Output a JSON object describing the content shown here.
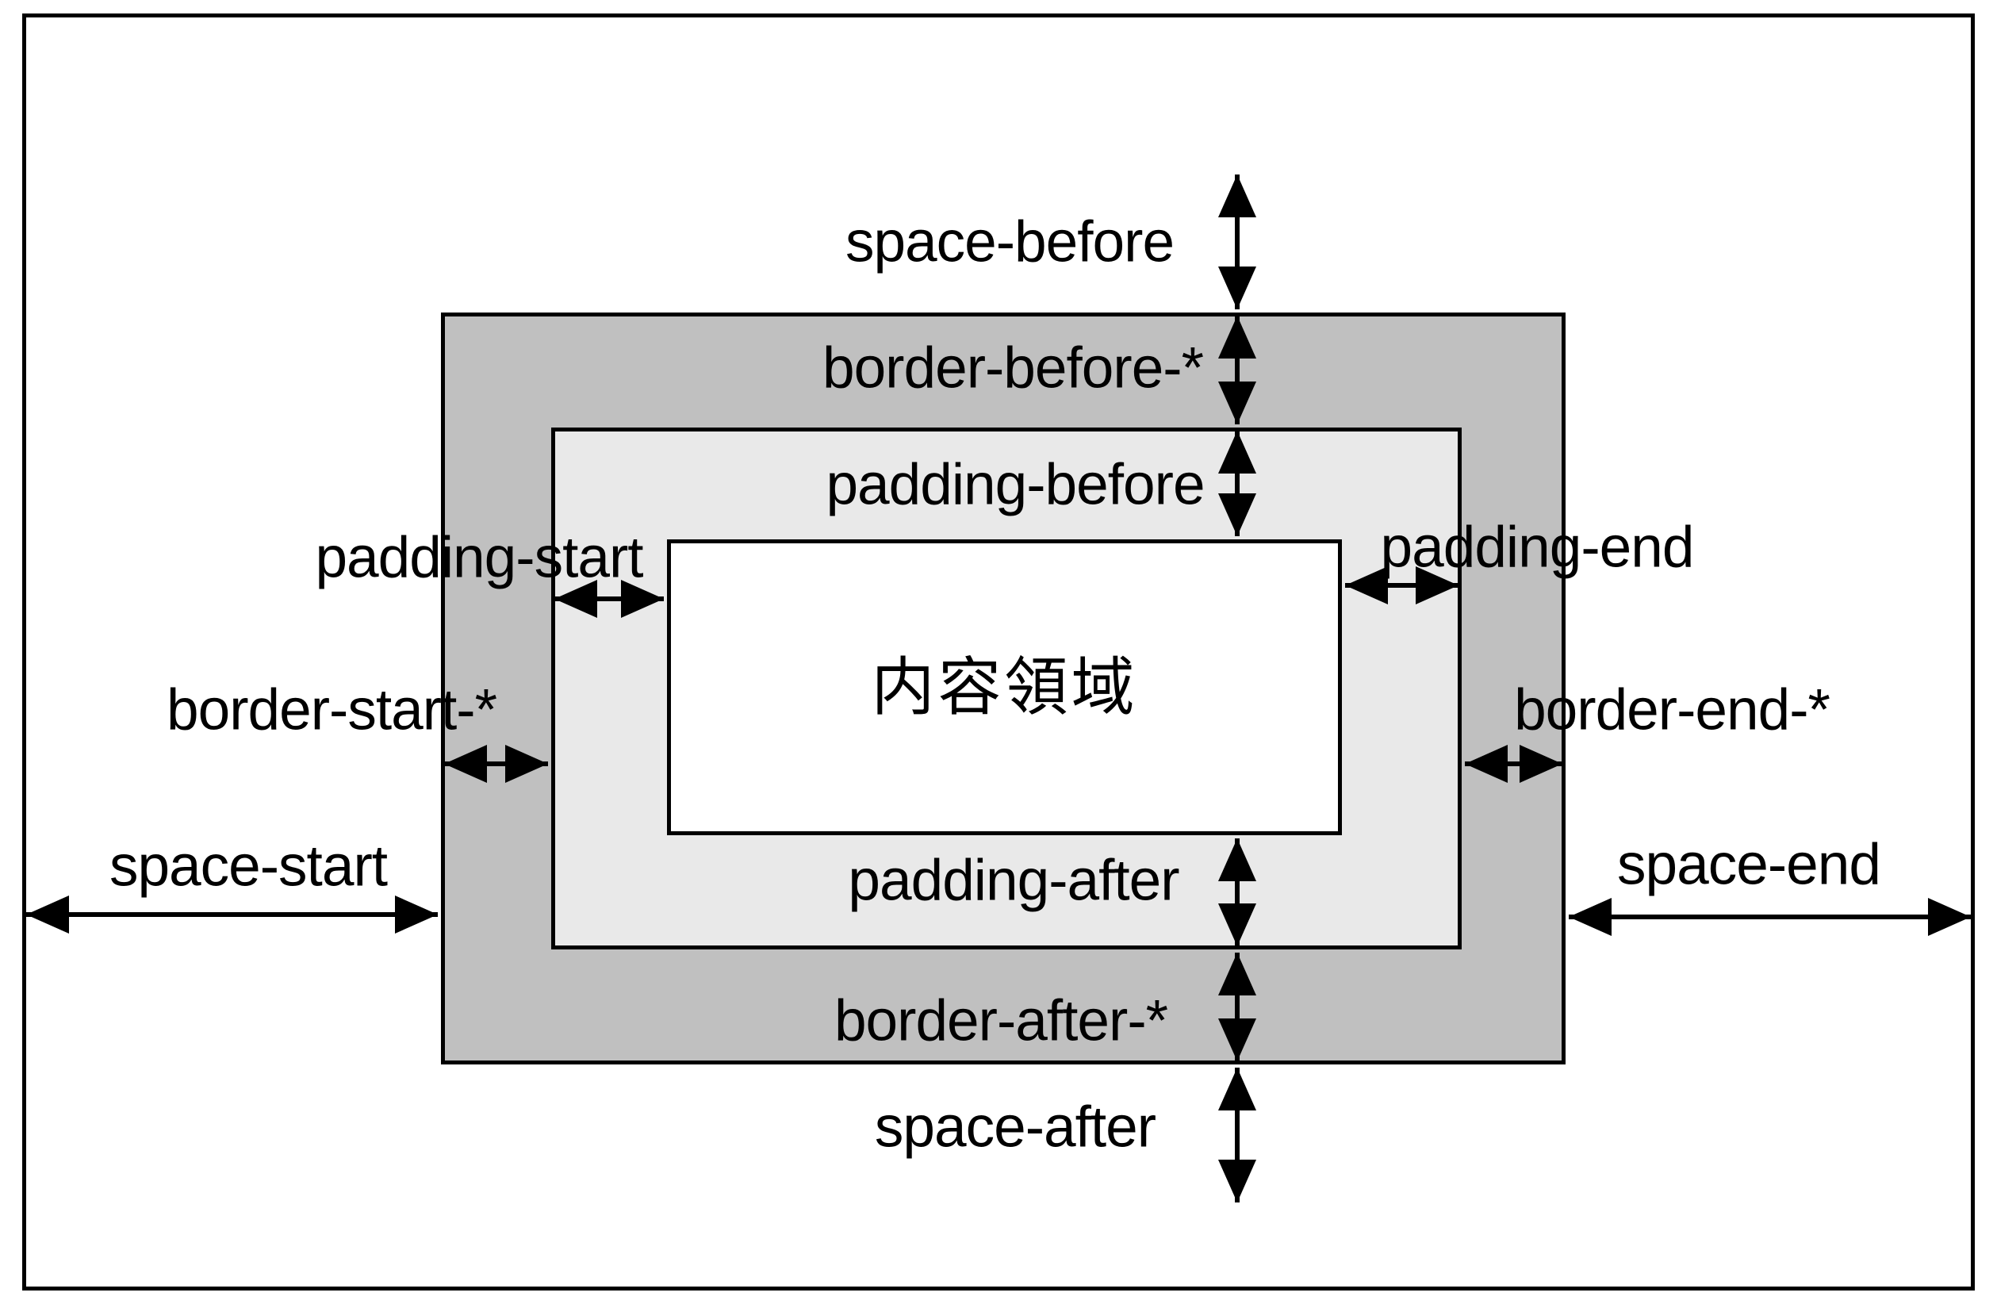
{
  "diagram": {
    "labels": {
      "space_before": "space-before",
      "border_before": "border-before-*",
      "padding_before": "padding-before",
      "padding_start": "padding-start",
      "padding_end": "padding-end",
      "border_start": "border-start-*",
      "border_end": "border-end-*",
      "space_start": "space-start",
      "space_end": "space-end",
      "padding_after": "padding-after",
      "border_after": "border-after-*",
      "space_after": "space-after",
      "content_area": "内容領域"
    },
    "colors": {
      "border_area_fill": "#c0c0c0",
      "padding_area_fill": "#e9e9e9",
      "content_area_fill": "#ffffff",
      "line": "#000000",
      "background": "#ffffff"
    }
  }
}
